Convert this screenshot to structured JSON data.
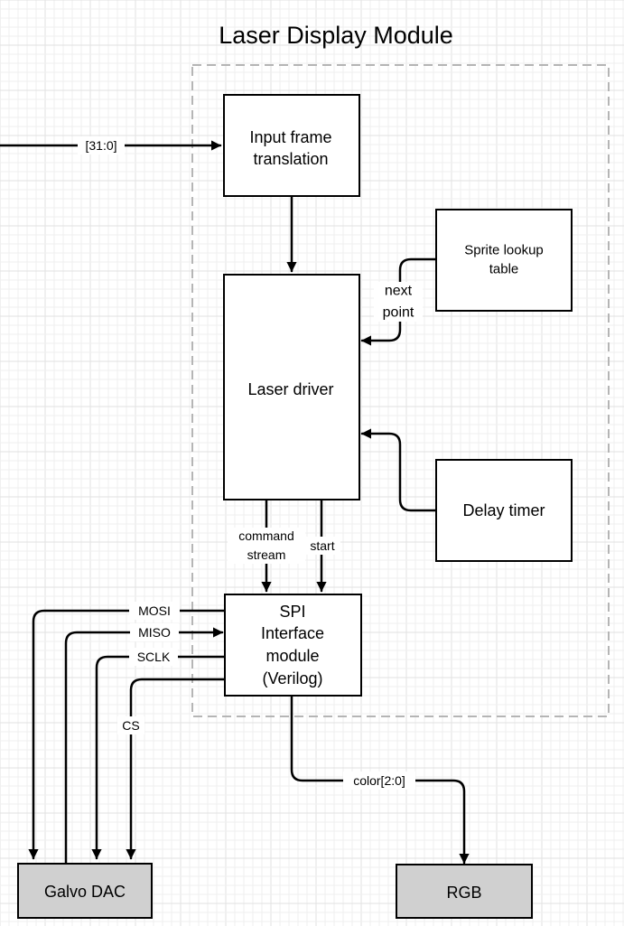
{
  "title": "Laser Display Module",
  "blocks": {
    "input_frame": [
      "Input frame",
      "translation"
    ],
    "sprite_lookup": [
      "Sprite lookup",
      "table"
    ],
    "laser_driver": [
      "Laser driver"
    ],
    "delay_timer": [
      "Delay timer"
    ],
    "spi": [
      "SPI",
      "Interface",
      "module",
      "(Verilog)"
    ],
    "galvo_dac": [
      "Galvo DAC"
    ],
    "rgb": [
      "RGB"
    ]
  },
  "signals": {
    "input_bus": "[31:0]",
    "next_point": [
      "next",
      "point"
    ],
    "command_stream": [
      "command",
      "stream"
    ],
    "start": "start",
    "mosi": "MOSI",
    "miso": "MISO",
    "sclk": "SCLK",
    "cs": "CS",
    "color": "color[2:0]"
  }
}
